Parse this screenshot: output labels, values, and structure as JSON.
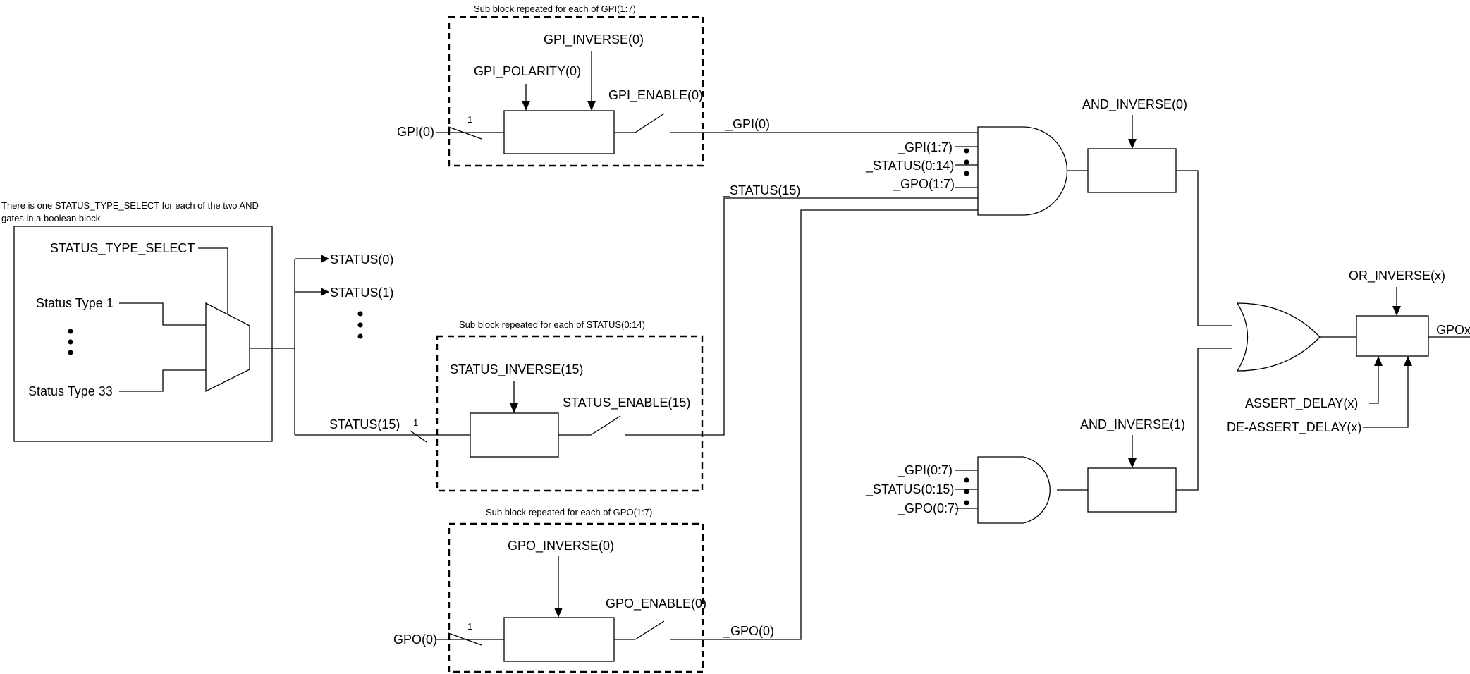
{
  "gpi_block": {
    "caption": "Sub block repeated for each of GPI(1:7)",
    "input": "GPI(0)",
    "width_mark": "1",
    "inverse": "GPI_INVERSE(0)",
    "polarity": "GPI_POLARITY(0)",
    "enable": "GPI_ENABLE(0)",
    "output": "_GPI(0)"
  },
  "status_select": {
    "note_line1": "There is one STATUS_TYPE_SELECT for each of the two AND",
    "note_line2": "gates in a boolean block",
    "select_label": "STATUS_TYPE_SELECT",
    "type_first": "Status Type 1",
    "type_last": "Status Type 33",
    "out0": "STATUS(0)",
    "out1": "STATUS(1)",
    "out15": "STATUS(15)",
    "width_mark": "1"
  },
  "status_block": {
    "caption": "Sub block repeated for each of STATUS(0:14)",
    "inverse": "STATUS_INVERSE(15)",
    "enable": "STATUS_ENABLE(15)",
    "output": "_STATUS(15)"
  },
  "gpo_block": {
    "caption": "Sub block repeated for each of GPO(1:7)",
    "input": "GPO(0)",
    "width_mark": "1",
    "inverse": "GPO_INVERSE(0)",
    "enable": "GPO_ENABLE(0)",
    "output": "_GPO(0)"
  },
  "and_gate_0": {
    "in_gpi": "_GPI(1:7)",
    "in_status": "_STATUS(0:14)",
    "in_gpo": "_GPO(1:7)",
    "inverse": "AND_INVERSE(0)"
  },
  "and_gate_1": {
    "in_gpi": "_GPI(0:7)",
    "in_status": "_STATUS(0:15)",
    "in_gpo": "_GPO(0:7)",
    "inverse": "AND_INVERSE(1)"
  },
  "or_gate": {
    "inverse": "OR_INVERSE(x)",
    "assert_delay": "ASSERT_DELAY(x)",
    "deassert_delay": "DE-ASSERT_DELAY(x)",
    "output": "GPOx"
  }
}
